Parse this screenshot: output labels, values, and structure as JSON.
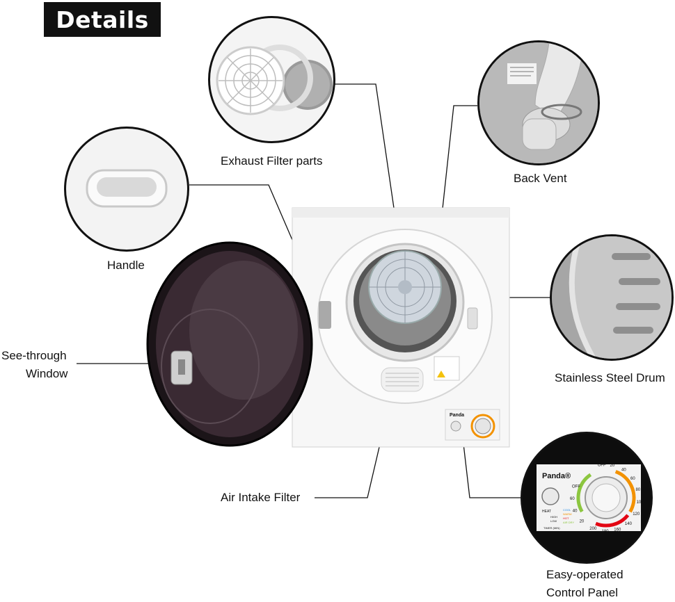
{
  "header": {
    "title": "Details"
  },
  "labels": {
    "exhaust_filter": "Exhaust Filter parts",
    "back_vent": "Back Vent",
    "handle": "Handle",
    "see_through_line1": "See-through",
    "see_through_line2": "Window",
    "stainless_drum": "Stainless Steel Drum",
    "air_intake": "Air Intake Filter",
    "control_panel_line1": "Easy-operated",
    "control_panel_line2": "Control Panel"
  },
  "dryer": {
    "brand": "Panda",
    "panel_brand": "Panda®",
    "panel_labels": {
      "heat": "HEAT",
      "high": "HIGH",
      "low": "LOW",
      "timer": "TIMER (MIN)",
      "cool": "COOL",
      "warm": "WARM",
      "hot": "HOT",
      "air_dry": "AIR DRY"
    },
    "dial_numbers": [
      "OFF",
      "20",
      "40",
      "60",
      "80",
      "100",
      "120",
      "140",
      "160",
      "180",
      "200",
      "20",
      "40",
      "60",
      "OFF"
    ]
  },
  "colors": {
    "title_bg": "#111111",
    "line": "#111111",
    "door_tint": "#3a2a33",
    "dial_green": "#8cc63f",
    "dial_orange": "#f39200",
    "dial_red": "#e30613",
    "dial_blue": "#1e88e5"
  }
}
